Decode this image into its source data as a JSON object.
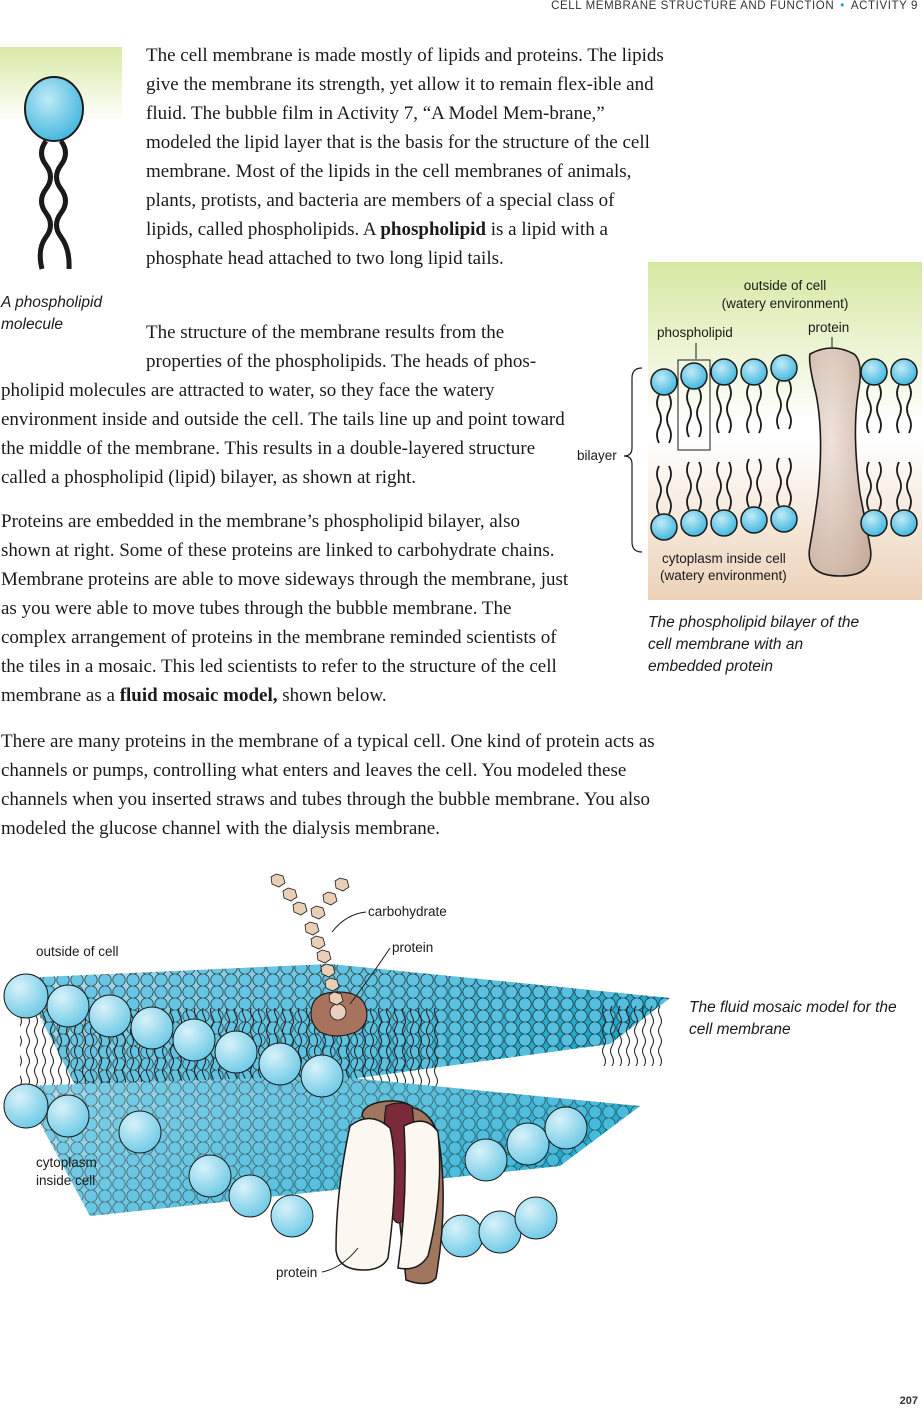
{
  "running_head": {
    "title": "CELL MEMBRANE STRUCTURE AND FUNCTION",
    "separator": "•",
    "activity": "ACTIVITY 9"
  },
  "paragraphs": {
    "p1_before": "The cell membrane is made mostly of lipids and proteins. The lipids give the membrane its strength, yet allow it to remain flex-ible and fluid. The bubble film in Activity 7, “A Model Mem-brane,” modeled the lipid layer that is the basis for the structure of the cell membrane. Most of the lipids in the cell membranes of animals, plants, protists, and bacteria are members of a special class of lipids, called phospholipids. A ",
    "p1_bold": "phospholipid",
    "p1_after": " is a lipid with a phosphate head attached to two long lipid tails.",
    "p2": "The structure of the membrane results from the properties of the phospholipids. The heads of phos-pholipid molecules are attracted to water, so they face the watery environment inside and outside the cell. The tails line up and point toward the middle of the membrane. This results in a double-layered structure called a phospholipid (lipid) bilayer, as shown at right.",
    "p3_before": "Proteins are embedded in the membrane’s phospholipid bilayer, also shown at right. Some of these proteins are linked to carbohydrate chains. Membrane proteins are able to move sideways through the membrane, just as you were able to move tubes through the bubble membrane. The complex arrangement of proteins in the membrane reminded scientists of the tiles in a mosaic. This led scientists to refer to the structure of the cell membrane as a ",
    "p3_bold": "fluid mosaic model,",
    "p3_after": " shown below.",
    "p4": "There are many proteins in the membrane of a typical cell. One kind of protein acts as channels or pumps, controlling what enters and leaves the cell. You modeled these channels when you inserted straws and tubes through the bubble membrane. You also modeled the glucose channel with the dialysis membrane."
  },
  "figure_phospholipid": {
    "caption": "A phospholipid molecule"
  },
  "figure_bilayer": {
    "label_outside": "outside of cell",
    "label_outside_2": "(watery environment)",
    "label_phospholipid": "phospholipid",
    "label_protein": "protein",
    "label_bilayer": "bilayer",
    "label_cytoplasm": "cytoplasm inside cell",
    "label_cytoplasm_2": "(watery environment)",
    "caption": "The phospholipid bilayer of the cell membrane with an embedded protein"
  },
  "figure_mosaic": {
    "label_outside": "outside of cell",
    "label_carbohydrate": "carbohydrate",
    "label_protein_top": "protein",
    "label_cytoplasm": "cytoplasm",
    "label_cytoplasm_2": "inside cell",
    "label_protein_bottom": "protein",
    "caption": "The fluid mosaic model for the cell membrane"
  },
  "page_number": "207",
  "colors": {
    "head_blue": "#5ec6e8",
    "head_dark": "#2aa3cf",
    "protein": "#d6c2b5",
    "accent": "#2a9bc4"
  }
}
